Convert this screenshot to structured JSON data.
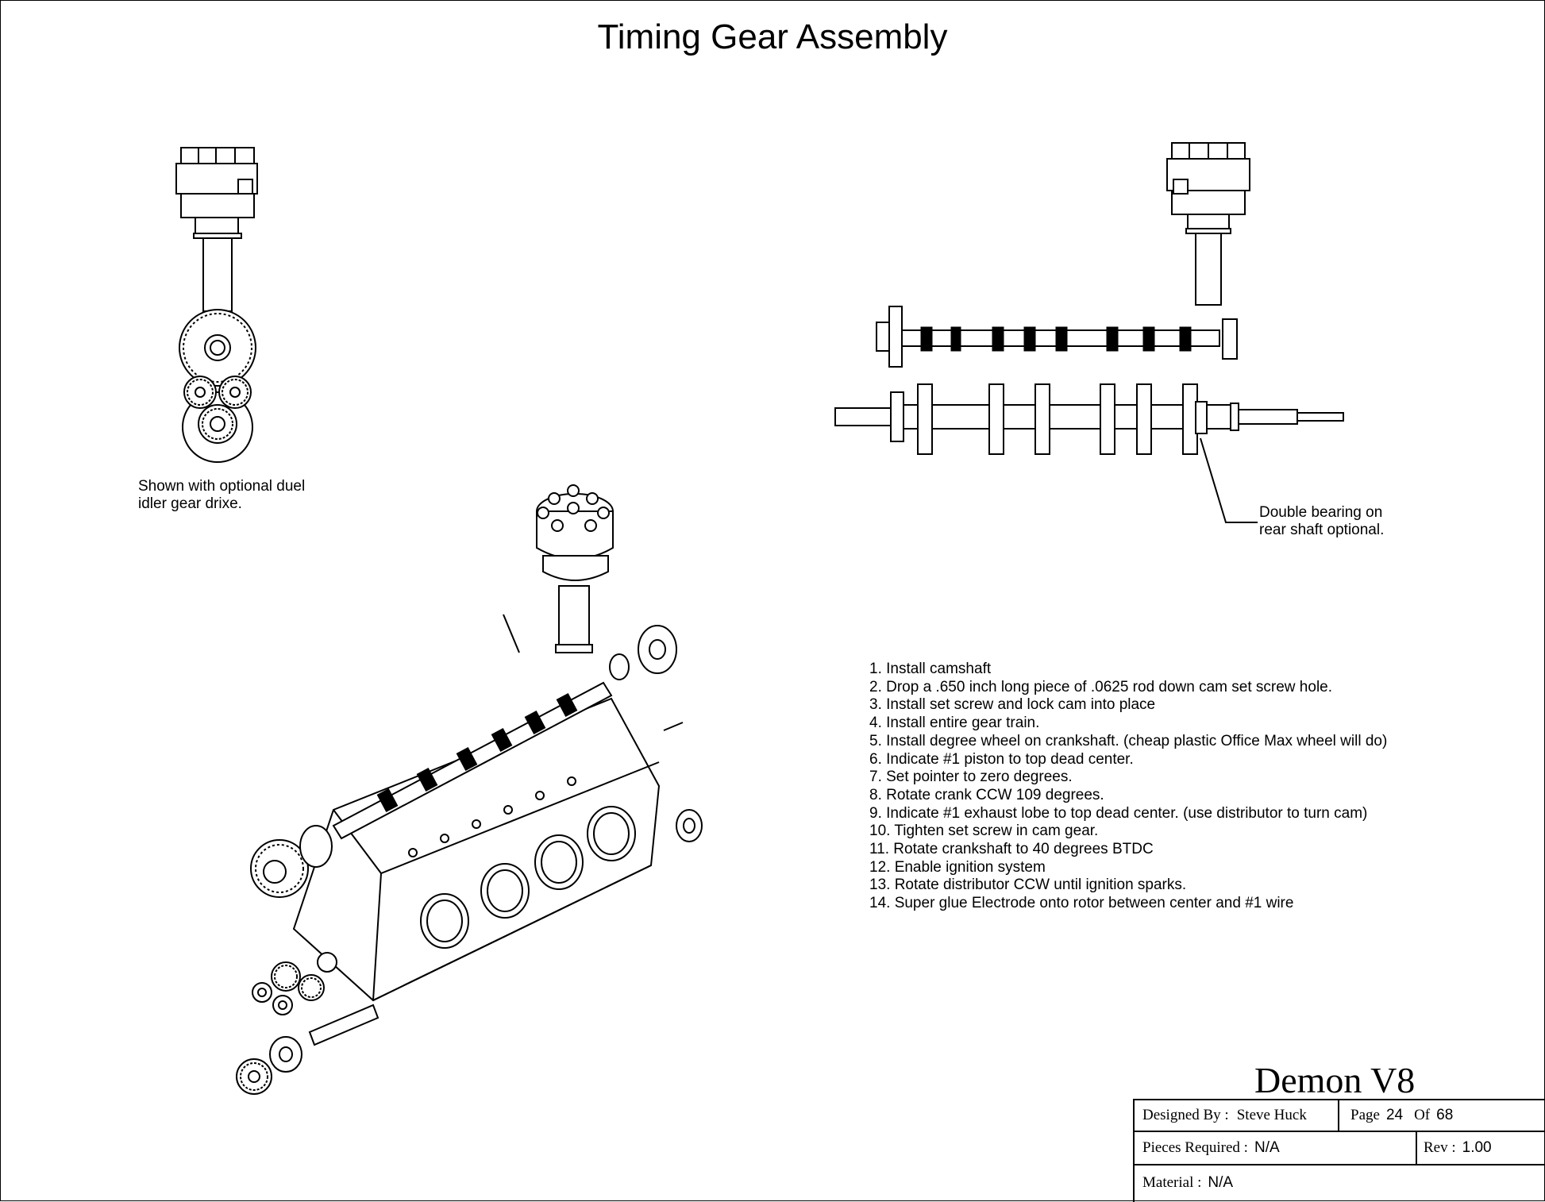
{
  "title": "Timing Gear Assembly",
  "notes": {
    "left": "Shown with optional duel\nidler gear drixe.",
    "right": "Double bearing on\nrear shaft optional."
  },
  "steps": [
    "1. Install camshaft",
    "2. Drop a .650 inch long piece of .0625 rod down cam set screw hole.",
    "3. Install set screw and lock cam into place",
    "4. Install entire gear train.",
    "5. Install degree wheel on crankshaft. (cheap plastic Office Max wheel will do)",
    "6. Indicate #1 piston to top dead center.",
    "7. Set pointer to zero degrees.",
    "8. Rotate crank CCW 109 degrees.",
    "9. Indicate #1 exhaust lobe to top dead center. (use distributor to turn cam)",
    "10. Tighten set screw in cam gear.",
    "11. Rotate crankshaft to 40 degrees BTDC",
    "12. Enable ignition system",
    "13. Rotate distributor CCW until ignition sparks.",
    "14. Super glue Electrode onto rotor between center and #1 wire"
  ],
  "title_block": {
    "project": "Demon V8",
    "designed_by_label": "Designed By :",
    "designed_by": "Steve Huck",
    "page_label": "Page",
    "page": "24",
    "of_label": "Of",
    "total_pages": "68",
    "pieces_label": "Pieces Required :",
    "pieces": "N/A",
    "rev_label": "Rev :",
    "rev": "1.00",
    "material_label": "Material :",
    "material": "N/A"
  }
}
